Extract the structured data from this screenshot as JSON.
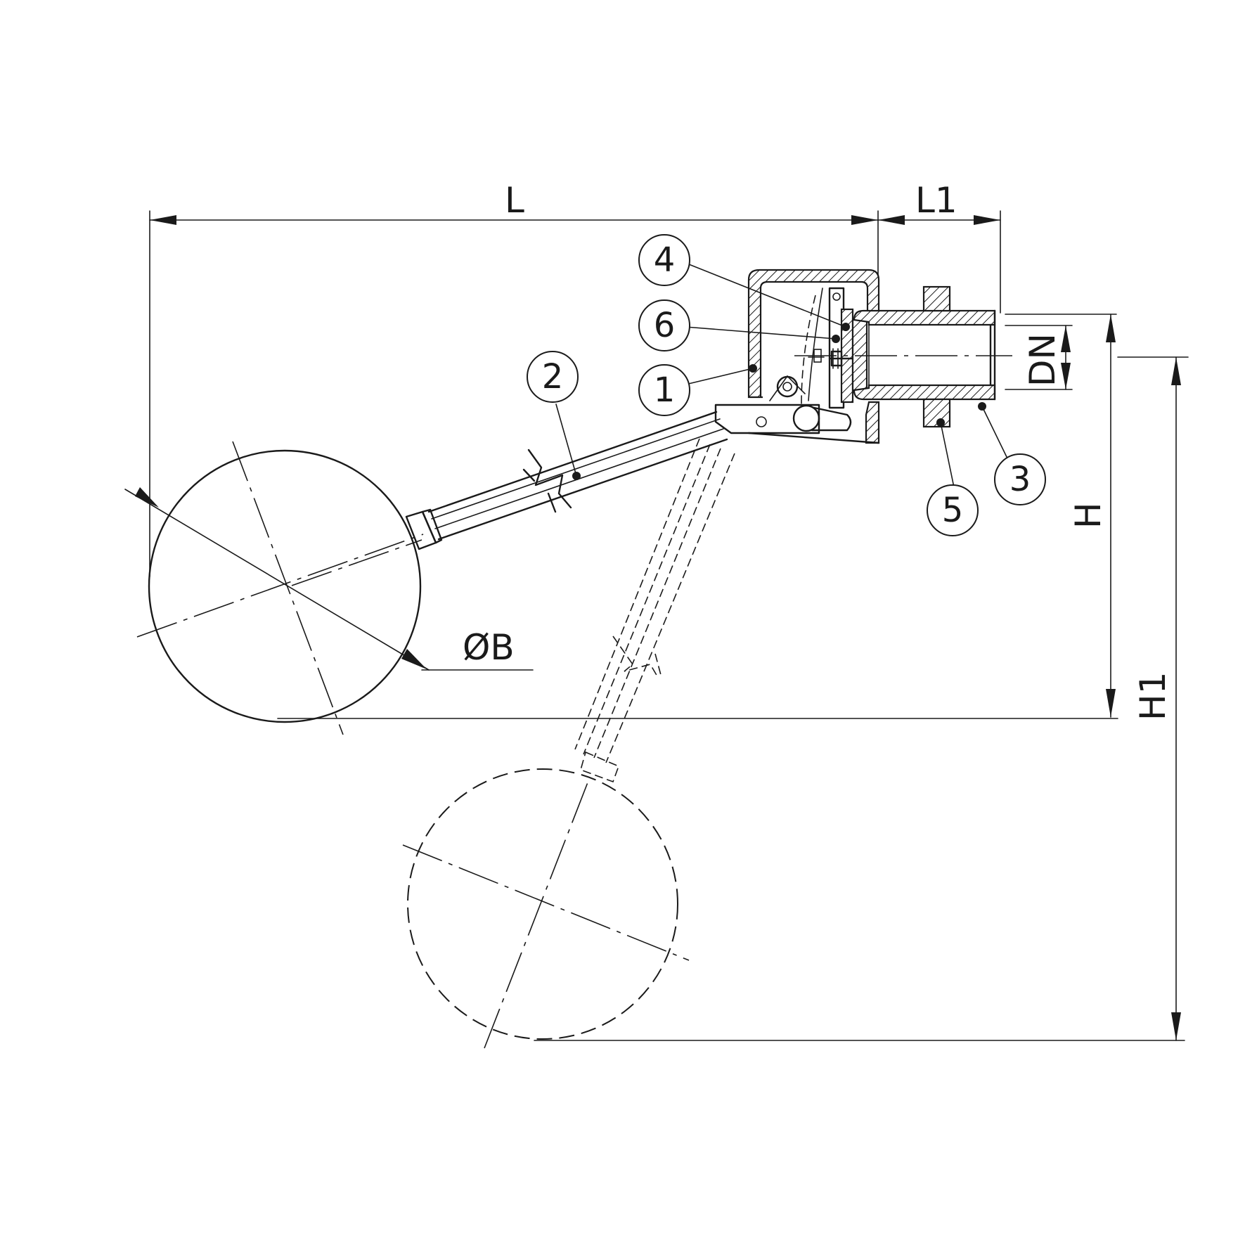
{
  "dimensions": {
    "L": "L",
    "L1": "L1",
    "DN": "DN",
    "H": "H",
    "H1": "H1",
    "B": "ØB"
  },
  "parts": [
    "1",
    "2",
    "3",
    "4",
    "5",
    "6"
  ]
}
